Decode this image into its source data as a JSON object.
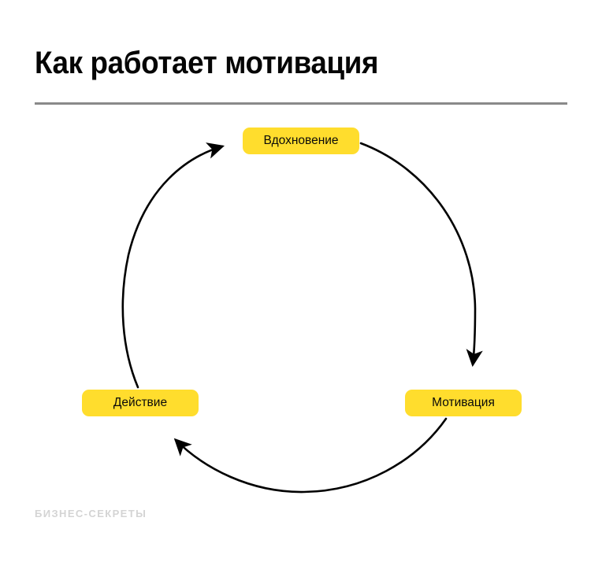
{
  "page": {
    "title": "Как работает мотивация",
    "background_color": "#ffffff",
    "rule_color": "#8a8a8a"
  },
  "diagram": {
    "type": "cycle",
    "accent_color": "#ffdd2d",
    "stroke_color": "#000000",
    "nodes": [
      {
        "id": "inspiration",
        "label": "Вдохновение",
        "position": "top"
      },
      {
        "id": "motivation",
        "label": "Мотивация",
        "position": "bottom-right"
      },
      {
        "id": "action",
        "label": "Действие",
        "position": "bottom-left"
      }
    ],
    "arrows": [
      {
        "from": "inspiration",
        "to": "motivation",
        "direction": "clockwise"
      },
      {
        "from": "motivation",
        "to": "action",
        "direction": "clockwise"
      },
      {
        "from": "action",
        "to": "inspiration",
        "direction": "clockwise"
      }
    ]
  },
  "watermark": {
    "text": "БИЗНЕС-СЕКРЕТЫ",
    "color": "#d4d4d4"
  }
}
